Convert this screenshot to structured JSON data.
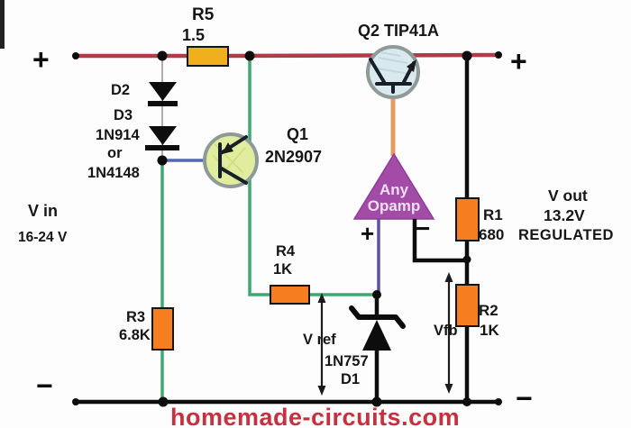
{
  "colors": {
    "rail": "#b13c49",
    "green": "#3fa870",
    "blue": "#5568b0",
    "purple": "#5b50a5",
    "orangewire": "#e59a5e",
    "resorange": "#f47e20",
    "resgold": "#f0b01e",
    "opamp": "#a24ca8",
    "opamptext": "#f3ddf3",
    "q1fill": "#e2ec9e",
    "q2fill": "#d9e9ee",
    "ring": "#8d9a98",
    "brand": "#c7303f"
  },
  "input": {
    "label": "V in",
    "range": "16-24 V",
    "plus": "+",
    "minus": "−"
  },
  "output": {
    "label": "V out",
    "value": "13.2V",
    "note": "REGULATED",
    "plus": "+",
    "minus": "−"
  },
  "parts": {
    "r5": {
      "ref": "R5",
      "value": "1.5"
    },
    "r4": {
      "ref": "R4",
      "value": "1K"
    },
    "r3": {
      "ref": "R3",
      "value": "6.8K"
    },
    "r1": {
      "ref": "R1",
      "value": "680"
    },
    "r2": {
      "ref": "R2",
      "value": "1K"
    },
    "q1": {
      "ref": "Q1",
      "part": "2N2907"
    },
    "q2": {
      "ref": "Q2 TIP41A"
    },
    "diodes": {
      "d2": "D2",
      "d3": "D3",
      "type1": "1N914",
      "or": "or",
      "type2": "1N4148"
    },
    "zener": {
      "label": "V ref",
      "part": "1N757",
      "ref": "D1"
    },
    "opamp": {
      "line1": "Any",
      "line2": "Opamp",
      "plus": "+",
      "minus": "−"
    },
    "feedback": {
      "label": "Vfb"
    }
  },
  "footer": {
    "brand": "homemade-circuits.com"
  }
}
